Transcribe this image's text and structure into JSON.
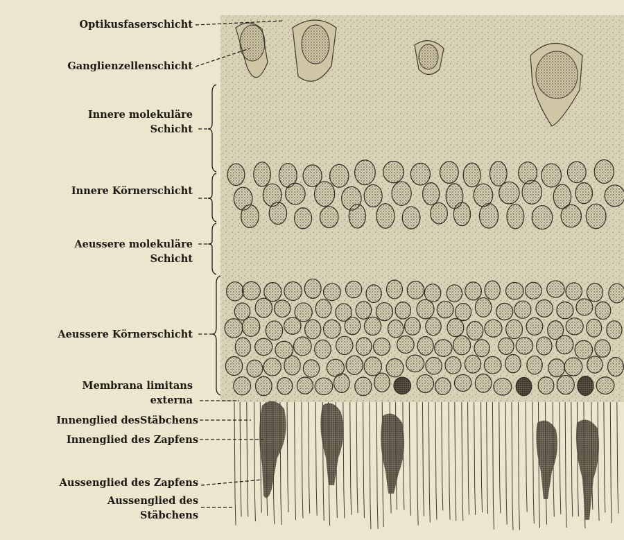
{
  "colors": {
    "paper": "#ece6cf",
    "tissue": "#d9d2b6",
    "ink": "#1d1a14",
    "cell_fill": "#e6ddc1",
    "dark_nucleus": "#4a4436"
  },
  "labels": {
    "optikusfaser": "Optikusfaserschicht",
    "ganglienzellen": "Ganglienzellenschicht",
    "innere_molekulare_1": "Innere molekuläre",
    "innere_molekulare_2": "Schicht",
    "innere_koerner": "Innere Körnerschicht",
    "aeussere_molekulare_1": "Aeussere molekuläre",
    "aeussere_molekulare_2": "Schicht",
    "aeussere_koerner": "Aeussere Körnerschicht",
    "membrana_1": "Membrana limitans",
    "membrana_2": "externa",
    "innenglied_staebchen": "Innenglied desStäbchens",
    "innenglied_zapfen": "Innenglied des Zapfens",
    "aussenglied_zapfen": "Aussenglied des Zapfens",
    "aussenglied_staebchen_1": "Aussenglied des",
    "aussenglied_staebchen_2": "Stäbchens"
  }
}
